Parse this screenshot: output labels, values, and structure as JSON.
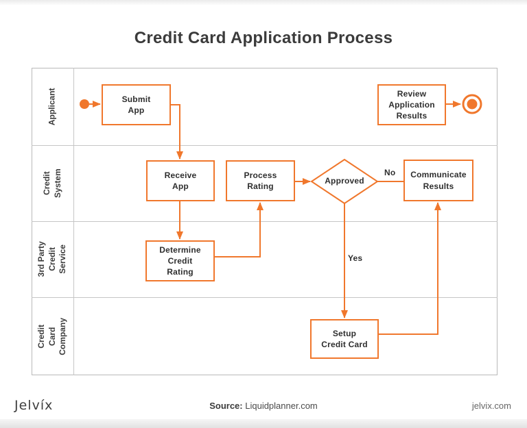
{
  "title": "Credit Card Application Process",
  "colors": {
    "accent": "#F0772C",
    "grid": "#C6C6C6",
    "text": "#2E2E2E"
  },
  "lanes": [
    {
      "label": "Applicant"
    },
    {
      "label": "Credit\nSystem"
    },
    {
      "label": "3rd Party\nCredit Service"
    },
    {
      "label": "Credit Card\nCompany"
    }
  ],
  "nodes": {
    "submit_app": "Submit\nApp",
    "review_application_results": "Review\nApplication\nResults",
    "receive_app": "Receive\nApp",
    "process_rating": "Process\nRating",
    "approved_gateway": "Approved",
    "communicate_results": "Communicate\nResults",
    "determine_credit_rating": "Determine\nCredit\nRating",
    "setup_credit_card": "Setup\nCredit Card"
  },
  "edge_labels": {
    "no": "No",
    "yes": "Yes"
  },
  "footer": {
    "logo": "Jelvíx",
    "source_label": "Source:",
    "source_value": " Liquidplanner.com",
    "website": "jelvix.com"
  }
}
